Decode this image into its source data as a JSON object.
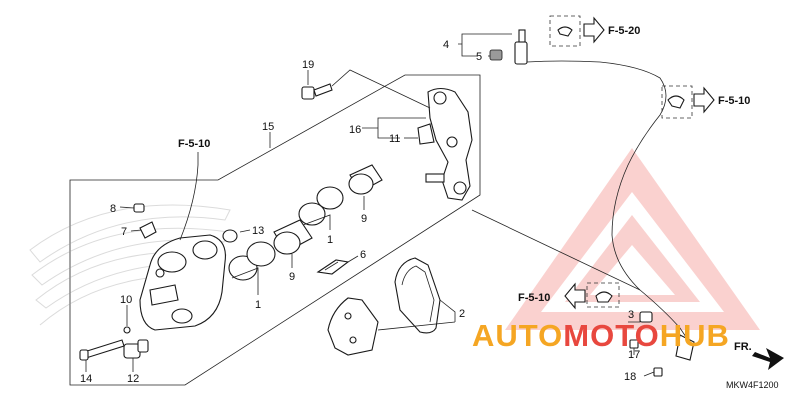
{
  "callouts": {
    "c1a": "1",
    "c1b": "1",
    "c2": "2",
    "c3": "3",
    "c4": "4",
    "c5": "5",
    "c6": "6",
    "c7": "7",
    "c8": "8",
    "c9a": "9",
    "c9b": "9",
    "c10": "10",
    "c11": "11",
    "c12": "12",
    "c13": "13",
    "c14": "14",
    "c15": "15",
    "c16": "16",
    "c17": "17",
    "c18": "18",
    "c19": "19"
  },
  "references": {
    "r1": "F-5-20",
    "r2": "F-5-10",
    "r3": "F-5-10",
    "r4": "F-5-10"
  },
  "watermark": {
    "auto": "AUTO",
    "moto": "MOTO",
    "hub": "HUB",
    "color_orange": "#f5a623",
    "color_red": "#e8483f"
  },
  "diagram_code": "MKW4F1200",
  "direction_label": "FR."
}
